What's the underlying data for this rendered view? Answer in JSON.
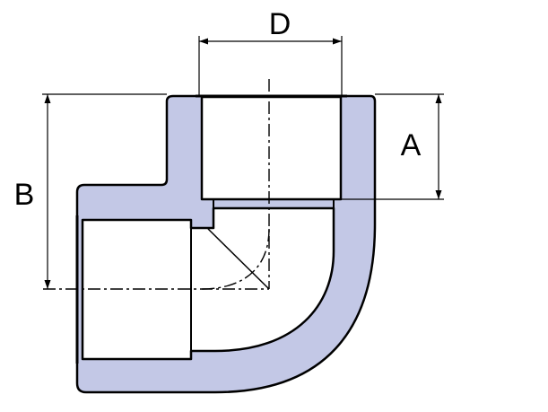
{
  "colors": {
    "body_fill": "#c3c8e6",
    "outline": "#000000",
    "background": "#ffffff"
  },
  "labels": {
    "d": "D",
    "a": "A",
    "b": "B"
  }
}
